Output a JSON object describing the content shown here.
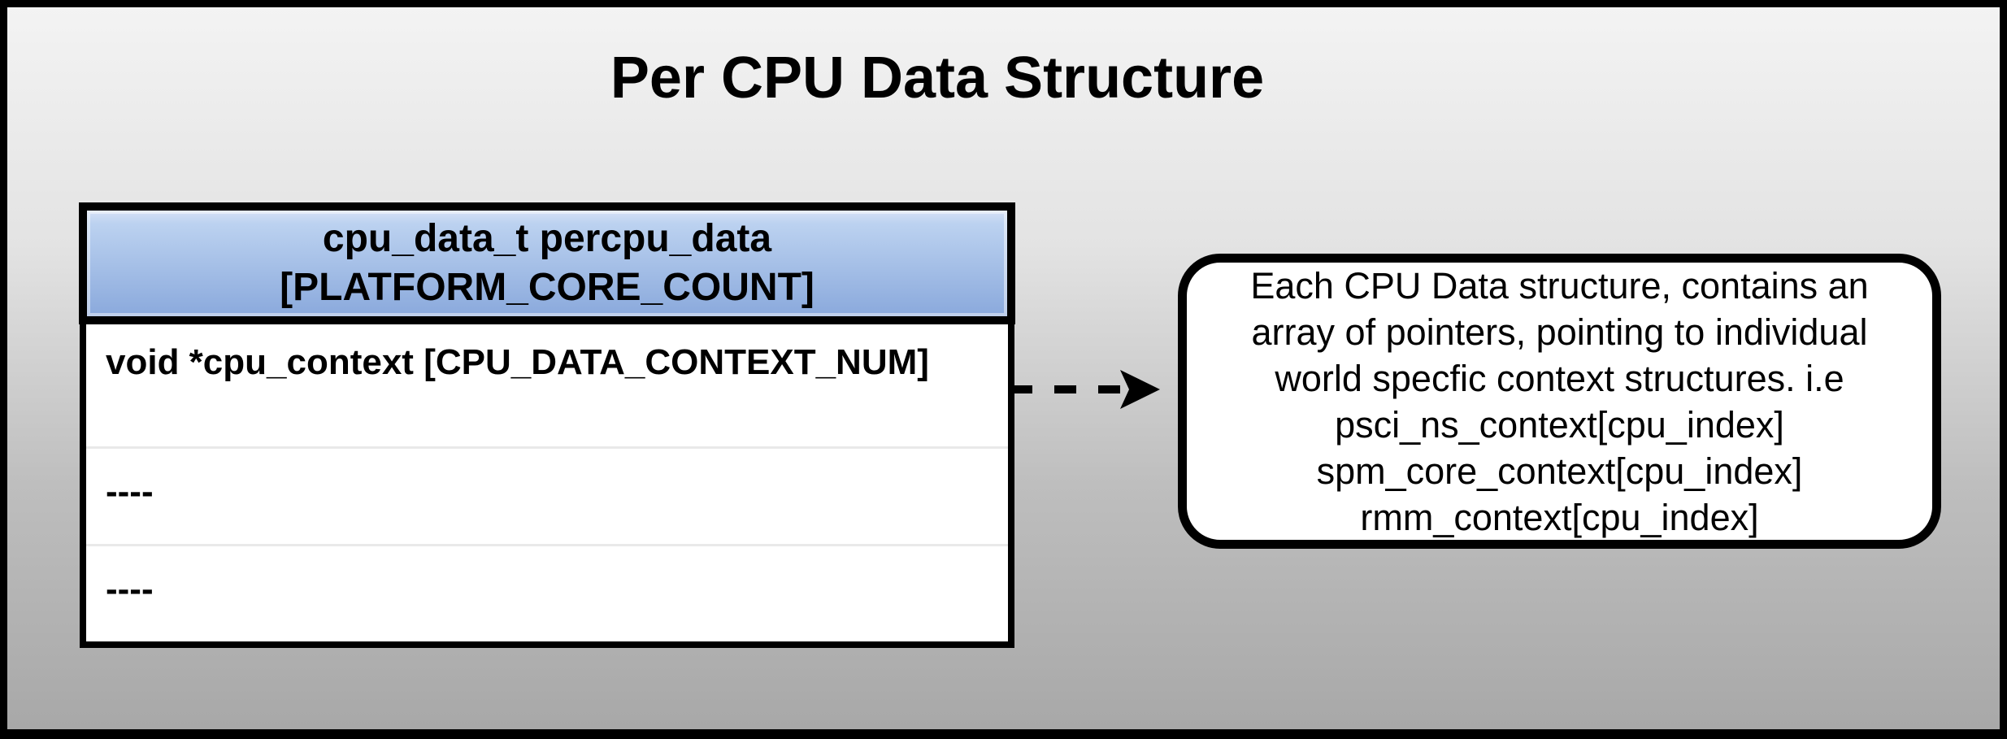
{
  "title": "Per CPU Data Structure",
  "table": {
    "header": "cpu_data_t percpu_data\n[PLATFORM_CORE_COUNT]",
    "rows": [
      "void *cpu_context [CPU_DATA_CONTEXT_NUM]",
      "----",
      "----"
    ]
  },
  "arrow": {
    "style": "dashed",
    "direction": "right"
  },
  "callout": {
    "lines": [
      "Each CPU Data structure, contains an",
      "array of pointers, pointing to individual",
      "world specfic context structures. i.e",
      "psci_ns_context[cpu_index]",
      "spm_core_context[cpu_index]",
      "rmm_context[cpu_index]"
    ]
  },
  "colors": {
    "frame_border": "#000000",
    "background_top": "#f3f3f3",
    "background_bottom": "#a8a8a8",
    "header_gradient_top": "#d6e1f6",
    "header_gradient_bottom": "#8aa9dc",
    "box_background": "#ffffff",
    "row_divider": "#e9e9e9",
    "text": "#000000"
  }
}
